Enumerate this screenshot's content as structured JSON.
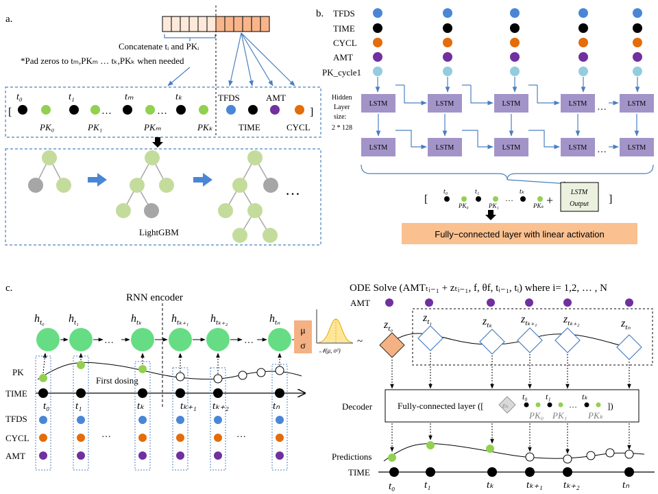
{
  "colors": {
    "tfds": "#4a86d6",
    "time": "#000000",
    "cycl": "#e46c0a",
    "amt": "#7030a0",
    "pk": "#92d050",
    "pk_cycle1": "#93cddd",
    "lstm": "#a294c8",
    "fc_box": "#fac090",
    "arrow": "#4a7fc0",
    "tree_green": "#c3dc9c",
    "tree_gray": "#a6a6a6",
    "z0": "#f4b183",
    "mu_sigma": "#f4b183"
  },
  "panel_a": {
    "label": "a.",
    "concat_note": "Concatenate tᵢ and PKᵢ",
    "pad_note": "*Pad zeros to tₘ,PKₘ … tₖ,PKₖ when needed",
    "bracket_open": "[",
    "bracket_close": "]",
    "t_labels": [
      "t₀",
      "t₁",
      "tₘ",
      "tₖ"
    ],
    "pk_labels": [
      "PK₀",
      "PK₁",
      "PKₘ",
      "PKₖ"
    ],
    "dots": "…",
    "cov_tfds": "TFDS",
    "cov_amt": "AMT",
    "cov_time": "TIME",
    "cov_cycl": "CYCL",
    "model": "LightGBM",
    "tree_dots": "…"
  },
  "panel_b": {
    "label": "b.",
    "rows": [
      "TFDS",
      "TIME",
      "CYCL",
      "AMT",
      "PK_cycle1"
    ],
    "hidden_lines": [
      "Hidden",
      "Layer",
      "size:",
      "2 * 128"
    ],
    "lstm": "LSTM",
    "lstm_dots": "…",
    "t_labels": [
      "t₀",
      "t₁",
      "tₖ"
    ],
    "pk_labels": [
      "PK₀",
      "PK₁",
      "PKₖ"
    ],
    "dots": "…",
    "plus": "+",
    "lstm_output_1": "LSTM",
    "lstm_output_2": "Output",
    "bracket_open": "[",
    "bracket_close": "]",
    "fc": "Fully−connected layer with linear activation"
  },
  "panel_c": {
    "label": "c.",
    "rnn_title": "RNN encoder",
    "h_labels": [
      "h",
      "h",
      "h",
      "h",
      "h",
      "h"
    ],
    "h_subs": [
      "t₀",
      "t₁",
      "tₖ",
      "tₖ₊₁",
      "tₖ₊₂",
      "tₙ"
    ],
    "mu": "μ",
    "sigma": "σ",
    "normal": "𝒩(μ, σ²)",
    "tilde": "~",
    "pk": "PK",
    "time": "TIME",
    "first_dosing": "First dosing",
    "tfds": "TFDS",
    "cycl": "CYCL",
    "amt": "AMT",
    "t_labels": [
      "t₀",
      "t₁",
      "tₖ",
      "tₖ₊₁",
      "tₖ₊₂",
      "tₙ"
    ],
    "dots": "…",
    "ode_title": "ODE Solve (AMTₜᵢ₋₁ + zₜᵢ₋₁, f, θf, tᵢ₋₁, tᵢ) where i= 1,2, … , N",
    "ode_amt": "AMT",
    "z_main": "z",
    "z_subs": [
      "t₀",
      "t₁",
      "tₖ",
      "tₖ₊₁",
      "tₖ₊₂",
      "tₙ"
    ],
    "decoder": "Decoder",
    "fc_text": "Fully-connected layer ([",
    "fc_z": "zₜᵢ",
    "fc_end": "])",
    "fc_t_labels": [
      "t₀",
      "t₁",
      "tₖ"
    ],
    "fc_pk_labels": [
      "PK₀",
      "PK₁",
      "PKₖ"
    ],
    "predictions": "Predictions",
    "pred_time": "TIME",
    "pred_t_labels": [
      "t₀",
      "t₁",
      "tₖ",
      "tₖ₊₁",
      "tₖ₊₂",
      "tₙ"
    ]
  }
}
